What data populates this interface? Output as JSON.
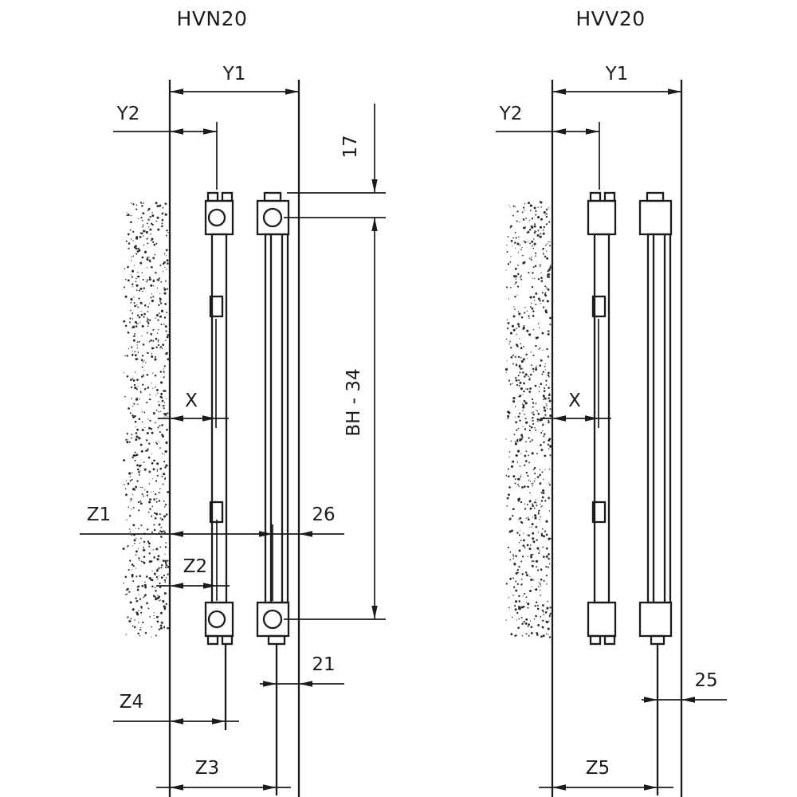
{
  "colors": {
    "ink": "#1b1b1b",
    "background": "#ffffff",
    "stipple": "#2a2a2a"
  },
  "diagrams": {
    "left": {
      "title": "HVN20",
      "dims": {
        "y1": "Y1",
        "y2": "Y2",
        "x": "X",
        "n17": "17",
        "bh": "BH - 34",
        "z1": "Z1",
        "n26": "26",
        "z2": "Z2",
        "n21": "21",
        "z4": "Z4",
        "z3": "Z3"
      }
    },
    "right": {
      "title": "HVV20",
      "dims": {
        "y1": "Y1",
        "y2": "Y2",
        "x": "X",
        "n25": "25",
        "z5": "Z5"
      }
    }
  }
}
